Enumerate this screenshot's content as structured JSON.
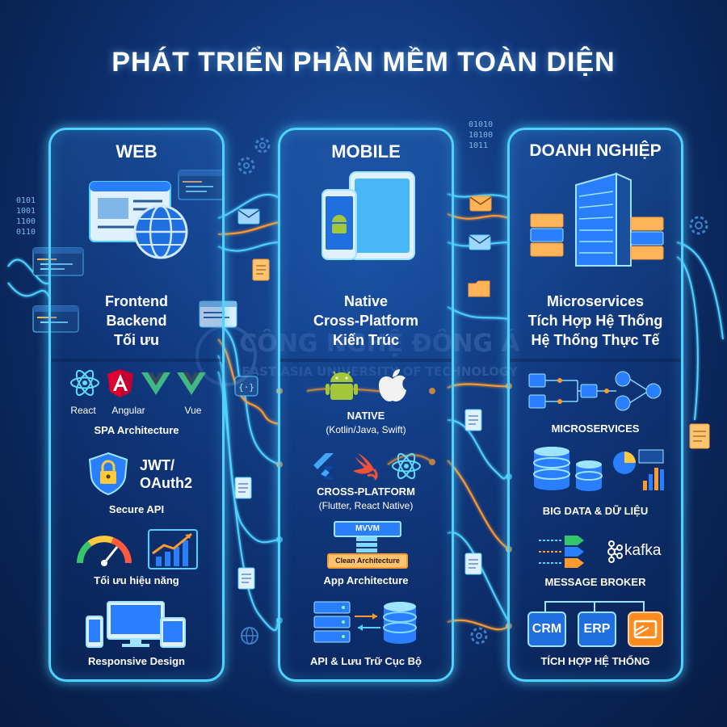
{
  "title": "PHÁT TRIỂN PHẦN MỀM TOÀN DIỆN",
  "columns": {
    "web": {
      "heading": "WEB",
      "topics": [
        "Frontend",
        "Backend",
        "Tối ưu"
      ],
      "frameworks": [
        "React",
        "Angular",
        "Vue"
      ],
      "spa": "SPA Architecture",
      "auth_line1": "JWT/",
      "auth_line2": "OAuth2",
      "secure_api": "Secure API",
      "perf": "Tối ưu hiệu năng",
      "responsive": "Responsive Design"
    },
    "mobile": {
      "heading": "MOBILE",
      "topics": [
        "Native",
        "Cross-Platform",
        "Kiến Trúc"
      ],
      "native_title": "NATIVE",
      "native_sub": "(Kotlin/Java, Swift)",
      "cross_title": "CROSS-PLATFORM",
      "cross_sub": "(Flutter, React Native)",
      "mvvm": "MVVM",
      "clean_arch": "Clean Architecture",
      "app_arch": "App Architecture",
      "api_storage": "API & Lưu Trữ Cục Bộ"
    },
    "enterprise": {
      "heading": "DOANH NGHIỆP",
      "topics": [
        "Microservices",
        "Tích Hợp Hệ Thống",
        "Hệ Thống Thực Tế"
      ],
      "microservices": "MICROSERVICES",
      "big_data": "BIG DATA & DỮ LIỆU",
      "kafka": "kafka",
      "broker": "MESSAGE BROKER",
      "crm": "CRM",
      "erp": "ERP",
      "integration": "TÍCH HỢP HỆ THỐNG"
    }
  },
  "binary": {
    "left": [
      "0101",
      "1001",
      "1100",
      "0110"
    ],
    "right": [
      "01010",
      "10100",
      "1011"
    ]
  },
  "colors": {
    "neon": "#4fd2ff",
    "orange": "#ff9a2e",
    "accent_blue": "#2a7fff"
  }
}
